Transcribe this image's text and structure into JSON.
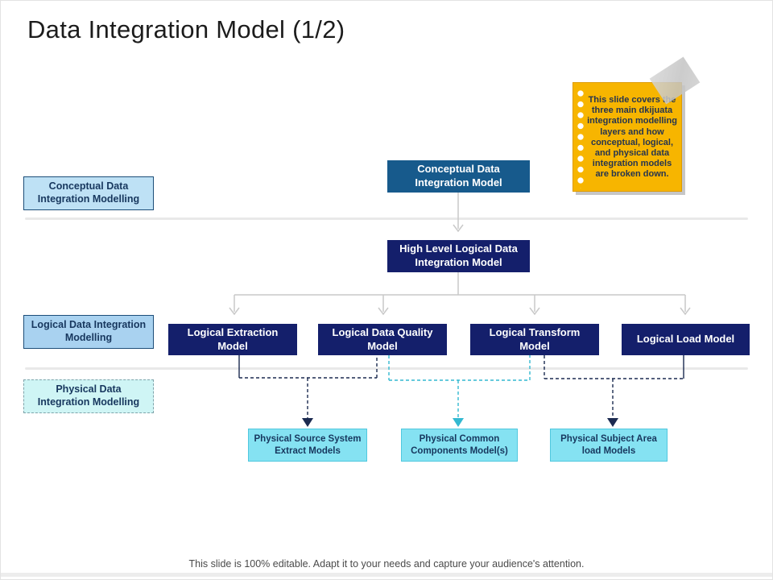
{
  "title": "Data Integration Model (1/2)",
  "footer": "This slide is 100% editable. Adapt it to your needs and capture your audience's attention.",
  "sticky_note": {
    "text": "This slide covers the three main dkijuata integration modelling layers and how conceptual, logical, and physical data integration models are broken down."
  },
  "stage_labels": [
    {
      "text": "Conceptual Data Integration Modelling"
    },
    {
      "text": "Logical Data Integration Modelling"
    },
    {
      "text": "Physical Data Integration Modelling"
    }
  ],
  "diagram": {
    "conceptual_model": "Conceptual Data Integration Model",
    "high_level_model": "High Level Logical Data Integration Model",
    "logical_models": [
      "Logical Extraction Model",
      "Logical Data Quality Model",
      "Logical Transform Model",
      "Logical Load Model"
    ],
    "physical_models": [
      "Physical Source System Extract Models",
      "Physical Common Components Model(s)",
      "Physical Subject Area load Models"
    ]
  },
  "colors": {
    "conceptual_box": "#175A8C",
    "navy_box": "#141F6B",
    "label_blue_light": "#BEE1F5",
    "label_blue": "#A9D2F0",
    "label_cyan": "#CFF5F5",
    "physical_box": "#85E2F2",
    "note_fill": "#F7B500",
    "connector_gray": "#C9C9C9",
    "connector_navy": "#1B2A50",
    "connector_teal": "#33B9D1"
  }
}
